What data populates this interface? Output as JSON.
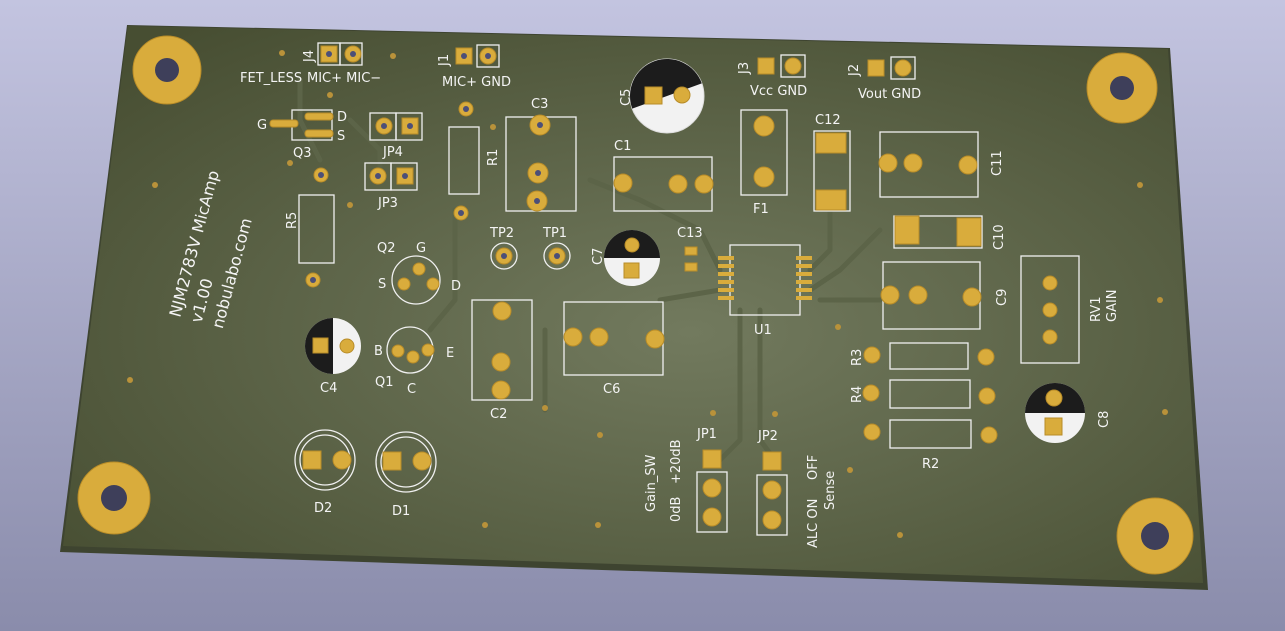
{
  "board": {
    "title": "NJM2783V MicAmp",
    "version": "v1.00",
    "site": "nobulabo.com"
  },
  "colors": {
    "board": "#4f5638",
    "pad": "#d9ac3c",
    "silk": "#f4f4f4",
    "background": "#b0b2d0"
  },
  "labels": {
    "J4": "J4",
    "FET_LESS": "FET_LESS",
    "J4_pins": "MIC+ MIC−",
    "J1": "J1",
    "J1_pins": "MIC+ GND",
    "Q3": "Q3",
    "Q3_G": "G",
    "Q3_D": "D",
    "Q3_S": "S",
    "JP4": "JP4",
    "JP3": "JP3",
    "R1": "R1",
    "R5": "R5",
    "C3": "C3",
    "TP2": "TP2",
    "TP1": "TP1",
    "Q2": "Q2",
    "Q2_G": "G",
    "Q2_S": "S",
    "Q2_D": "D",
    "C5": "C5",
    "C1": "C1",
    "C7": "C7",
    "C13": "C13",
    "U1": "U1",
    "C6": "C6",
    "C2": "C2",
    "C4": "C4",
    "Q1": "Q1",
    "Q1_B": "B",
    "Q1_E": "E",
    "Q1_C": "C",
    "D2": "D2",
    "D1": "D1",
    "J3": "J3",
    "J3_pins": "Vcc GND",
    "F1": "F1",
    "C12": "C12",
    "J2": "J2",
    "J2_pins": "Vout GND",
    "C11": "C11",
    "C10": "C10",
    "C9": "C9",
    "RV1": "RV1",
    "GAIN": "GAIN",
    "R3": "R3",
    "R4": "R4",
    "R2": "R2",
    "C8": "C8",
    "JP1": "JP1",
    "JP2": "JP2",
    "Gain_SW": "Gain_SW",
    "plus20dB": "+20dB",
    "zerodB": "0dB",
    "OFF": "OFF",
    "Sense": "Sense",
    "ALC_ON": "ALC ON"
  }
}
